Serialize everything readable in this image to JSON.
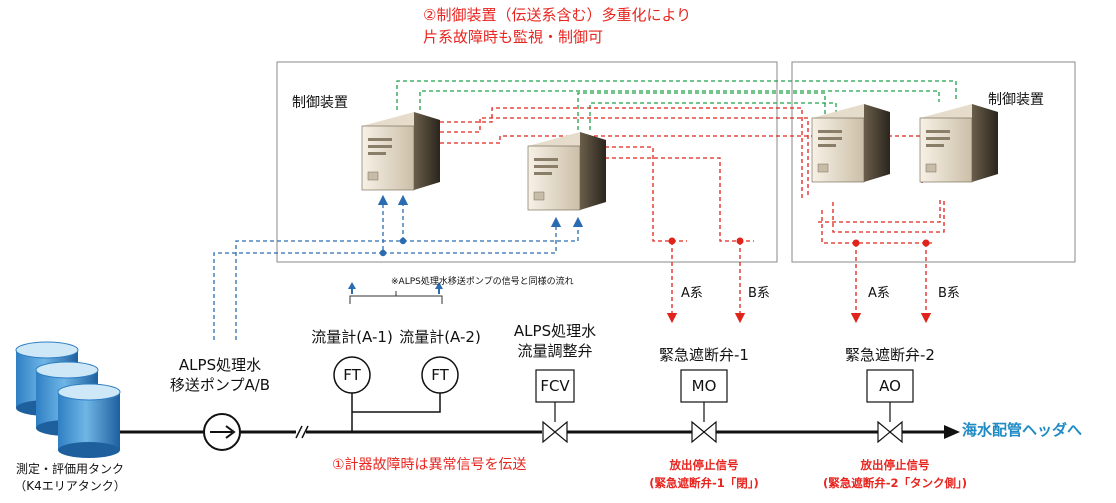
{
  "header": {
    "note_line1": "②制御装置（伝送系含む）多重化により",
    "note_line2": "片系故障時も監視・制御可",
    "color": "#e8251f"
  },
  "controllers": {
    "left_label": "制御装置",
    "right_label": "制御装置"
  },
  "signal_system": {
    "a1": "A系",
    "b1": "B系",
    "a2": "A系",
    "b2": "B系"
  },
  "pump_note": "※ALPS処理水移送ポンプの信号と同様の流れ",
  "tank": {
    "label_line1": "測定・評価用タンク",
    "label_line2": "（K4エリアタンク）"
  },
  "pump": {
    "label_line1": "ALPS処理水",
    "label_line2": "移送ポンプA/B"
  },
  "flowmeters": [
    {
      "label": "流量計(A-1)",
      "tag": "FT"
    },
    {
      "label": "流量計(A-2)",
      "tag": "FT"
    }
  ],
  "fcv": {
    "label_line1": "ALPS処理水",
    "label_line2": "流量調整弁",
    "tag": "FCV"
  },
  "valve1": {
    "label": "緊急遮断弁-1",
    "tag": "MO",
    "signal_line1": "放出停止信号",
    "signal_line2": "(緊急遮断弁-1「閉」)"
  },
  "valve2": {
    "label": "緊急遮断弁-2",
    "tag": "AO",
    "signal_line1": "放出停止信号",
    "signal_line2": "(緊急遮断弁-2「タンク側」)"
  },
  "outlet": {
    "label": "海水配管ヘッダへ",
    "color": "#1f8bc4"
  },
  "instrument_note": "①計器故障時は異常信号を伝送",
  "colors": {
    "red_line": "#e0241b",
    "green_line": "#22a04a",
    "blue_line": "#2b6cb0"
  }
}
